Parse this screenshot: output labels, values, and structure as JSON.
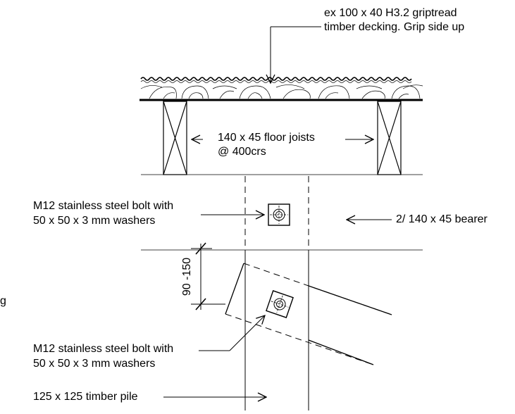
{
  "labels": {
    "decking_line1": "ex 100 x 40 H3.2 griptread",
    "decking_line2": "timber decking. Grip side up",
    "joists_line1": "140 x 45 floor joists",
    "joists_line2": "@ 400crs",
    "bolt_top_line1": "M12 stainless steel bolt with",
    "bolt_top_line2": "50 x 50 x 3 mm washers",
    "bearer": "2/ 140 x 45 bearer",
    "dimension": "90 -150",
    "fragment": "g",
    "bolt_bottom_line1": "M12 stainless steel bolt with",
    "bolt_bottom_line2": "50 x 50 x 3 mm washers",
    "pile": "125  x 125 timber pile"
  }
}
